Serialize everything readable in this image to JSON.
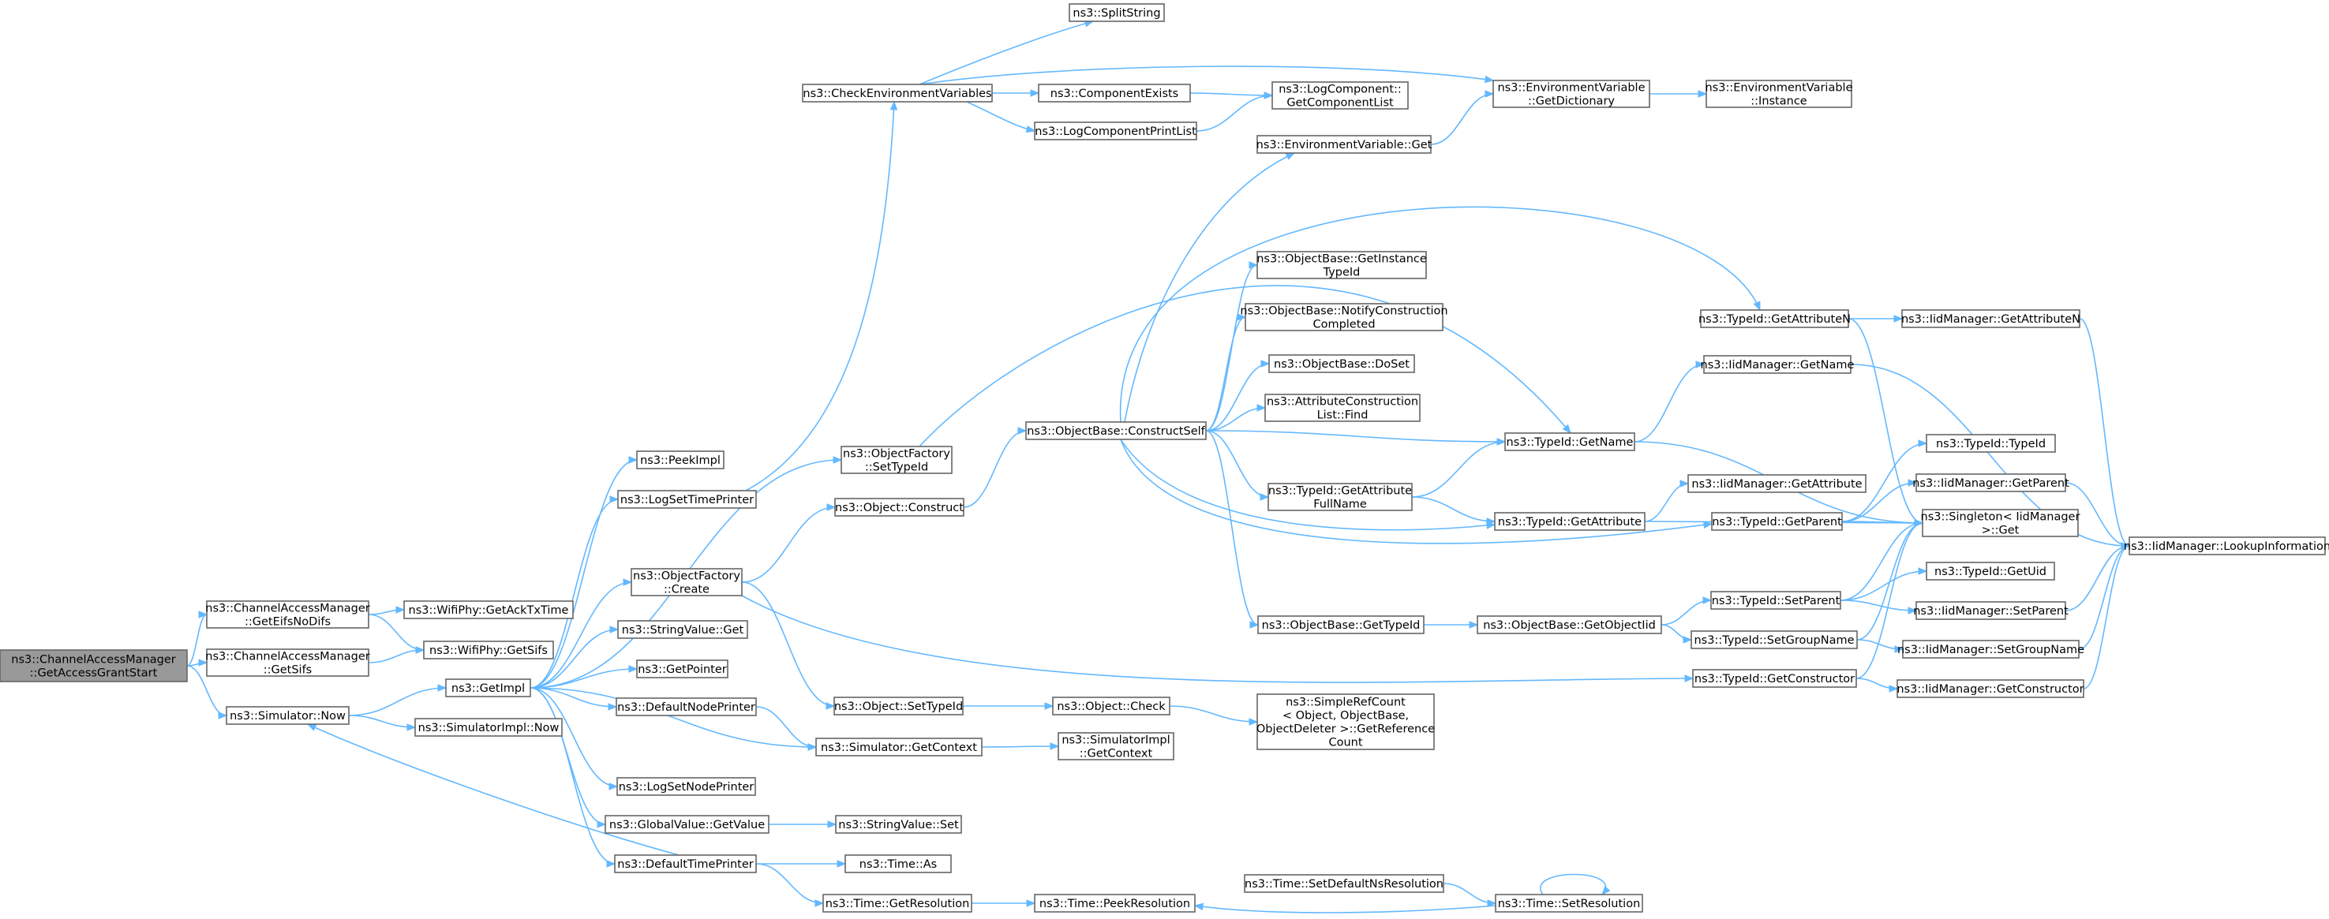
{
  "graph": {
    "arrow_color": "#63b8ff",
    "node_border_color": "#666666",
    "root_fill_color": "#999999",
    "nodes": [
      {
        "id": "root",
        "label": [
          "ns3::ChannelAccessManager",
          "::GetAccessGrantStart"
        ],
        "root": true
      },
      {
        "id": "getEifsNoDifs",
        "label": [
          "ns3::ChannelAccessManager",
          "::GetEifsNoDifs"
        ]
      },
      {
        "id": "getSifsCam",
        "label": [
          "ns3::ChannelAccessManager",
          "::GetSifs"
        ]
      },
      {
        "id": "simNow",
        "label": [
          "ns3::Simulator::Now"
        ]
      },
      {
        "id": "getAckTxTime",
        "label": [
          "ns3::WifiPhy::GetAckTxTime"
        ]
      },
      {
        "id": "wifiGetSifs",
        "label": [
          "ns3::WifiPhy::GetSifs"
        ]
      },
      {
        "id": "getImpl",
        "label": [
          "ns3::GetImpl"
        ]
      },
      {
        "id": "simImplNow",
        "label": [
          "ns3::SimulatorImpl::Now"
        ]
      },
      {
        "id": "peekImpl",
        "label": [
          "ns3::PeekImpl"
        ]
      },
      {
        "id": "logSetTimePrinter",
        "label": [
          "ns3::LogSetTimePrinter"
        ]
      },
      {
        "id": "objFactoryCreate",
        "label": [
          "ns3::ObjectFactory",
          "::Create"
        ]
      },
      {
        "id": "stringValueGet",
        "label": [
          "ns3::StringValue::Get"
        ]
      },
      {
        "id": "getPointer",
        "label": [
          "ns3::GetPointer"
        ]
      },
      {
        "id": "defaultNodePrinter",
        "label": [
          "ns3::DefaultNodePrinter"
        ]
      },
      {
        "id": "logSetNodePrinter",
        "label": [
          "ns3::LogSetNodePrinter"
        ]
      },
      {
        "id": "globalValueGetValue",
        "label": [
          "ns3::GlobalValue::GetValue"
        ]
      },
      {
        "id": "defaultTimePrinter",
        "label": [
          "ns3::DefaultTimePrinter"
        ]
      },
      {
        "id": "checkEnvVars",
        "label": [
          "ns3::CheckEnvironmentVariables"
        ]
      },
      {
        "id": "splitString",
        "label": [
          "ns3::SplitString"
        ]
      },
      {
        "id": "componentExists",
        "label": [
          "ns3::ComponentExists"
        ]
      },
      {
        "id": "logComponentPrintList",
        "label": [
          "ns3::LogComponentPrintList"
        ]
      },
      {
        "id": "logComponentGetList",
        "label": [
          "ns3::LogComponent::",
          "GetComponentList"
        ]
      },
      {
        "id": "envVarGetDictionary",
        "label": [
          "ns3::EnvironmentVariable",
          "::GetDictionary"
        ]
      },
      {
        "id": "envVarInstance",
        "label": [
          "ns3::EnvironmentVariable",
          "::Instance"
        ]
      },
      {
        "id": "envVarGet",
        "label": [
          "ns3::EnvironmentVariable::Get"
        ]
      },
      {
        "id": "objFactorySetTypeId",
        "label": [
          "ns3::ObjectFactory",
          "::SetTypeId"
        ]
      },
      {
        "id": "objectConstruct",
        "label": [
          "ns3::Object::Construct"
        ]
      },
      {
        "id": "objectSetTypeId",
        "label": [
          "ns3::Object::SetTypeId"
        ]
      },
      {
        "id": "simGetContext",
        "label": [
          "ns3::Simulator::GetContext"
        ]
      },
      {
        "id": "simImplGetContext",
        "label": [
          "ns3::SimulatorImpl",
          "::GetContext"
        ]
      },
      {
        "id": "objectCheck",
        "label": [
          "ns3::Object::Check"
        ]
      },
      {
        "id": "simpleRefCount",
        "label": [
          "ns3::SimpleRefCount",
          "< Object, ObjectBase,",
          "ObjectDeleter >::GetReference",
          "Count"
        ]
      },
      {
        "id": "stringValueSet",
        "label": [
          "ns3::StringValue::Set"
        ]
      },
      {
        "id": "timeAs",
        "label": [
          "ns3::Time::As"
        ]
      },
      {
        "id": "timeGetResolution",
        "label": [
          "ns3::Time::GetResolution"
        ]
      },
      {
        "id": "timePeekResolution",
        "label": [
          "ns3::Time::PeekResolution"
        ]
      },
      {
        "id": "timeSetDefaultNs",
        "label": [
          "ns3::Time::SetDefaultNsResolution"
        ]
      },
      {
        "id": "timeSetResolution",
        "label": [
          "ns3::Time::SetResolution"
        ]
      },
      {
        "id": "constructSelf",
        "label": [
          "ns3::ObjectBase::ConstructSelf"
        ]
      },
      {
        "id": "getInstanceTypeId",
        "label": [
          "ns3::ObjectBase::GetInstance",
          "TypeId"
        ]
      },
      {
        "id": "notifyConstruction",
        "label": [
          "ns3::ObjectBase::NotifyConstruction",
          "Completed"
        ]
      },
      {
        "id": "doSet",
        "label": [
          "ns3::ObjectBase::DoSet"
        ]
      },
      {
        "id": "attrConstructionFind",
        "label": [
          "ns3::AttributeConstruction",
          "List::Find"
        ]
      },
      {
        "id": "typeIdGetAttributeFullName",
        "label": [
          "ns3::TypeId::GetAttribute",
          "FullName"
        ]
      },
      {
        "id": "objBaseGetTypeId",
        "label": [
          "ns3::ObjectBase::GetTypeId"
        ]
      },
      {
        "id": "typeIdGetName",
        "label": [
          "ns3::TypeId::GetName"
        ]
      },
      {
        "id": "typeIdGetAttribute",
        "label": [
          "ns3::TypeId::GetAttribute"
        ]
      },
      {
        "id": "objBaseGetObjectIid",
        "label": [
          "ns3::ObjectBase::GetObjectIid"
        ]
      },
      {
        "id": "typeIdGetAttributeN",
        "label": [
          "ns3::TypeId::GetAttributeN"
        ]
      },
      {
        "id": "iidGetAttributeN",
        "label": [
          "ns3::IidManager::GetAttributeN"
        ]
      },
      {
        "id": "iidGetName",
        "label": [
          "ns3::IidManager::GetName"
        ]
      },
      {
        "id": "iidGetAttribute",
        "label": [
          "ns3::IidManager::GetAttribute"
        ]
      },
      {
        "id": "typeIdTypeId",
        "label": [
          "ns3::TypeId::TypeId"
        ]
      },
      {
        "id": "iidGetParent",
        "label": [
          "ns3::IidManager::GetParent"
        ]
      },
      {
        "id": "typeIdGetParent",
        "label": [
          "ns3::TypeId::GetParent"
        ]
      },
      {
        "id": "singletonGet",
        "label": [
          "ns3::Singleton< IidManager",
          ">::Get"
        ]
      },
      {
        "id": "iidLookupInformation",
        "label": [
          "ns3::IidManager::LookupInformation"
        ]
      },
      {
        "id": "typeIdGetUid",
        "label": [
          "ns3::TypeId::GetUid"
        ]
      },
      {
        "id": "typeIdSetParent",
        "label": [
          "ns3::TypeId::SetParent"
        ]
      },
      {
        "id": "iidSetParent",
        "label": [
          "ns3::IidManager::SetParent"
        ]
      },
      {
        "id": "typeIdSetGroupName",
        "label": [
          "ns3::TypeId::SetGroupName"
        ]
      },
      {
        "id": "iidSetGroupName",
        "label": [
          "ns3::IidManager::SetGroupName"
        ]
      },
      {
        "id": "typeIdGetConstructor",
        "label": [
          "ns3::TypeId::GetConstructor"
        ]
      },
      {
        "id": "iidGetConstructor",
        "label": [
          "ns3::IidManager::GetConstructor"
        ]
      }
    ],
    "edges": [
      [
        "root",
        "getEifsNoDifs"
      ],
      [
        "root",
        "getSifsCam"
      ],
      [
        "root",
        "simNow"
      ],
      [
        "getEifsNoDifs",
        "getAckTxTime"
      ],
      [
        "getEifsNoDifs",
        "wifiGetSifs"
      ],
      [
        "getSifsCam",
        "wifiGetSifs"
      ],
      [
        "simNow",
        "getImpl"
      ],
      [
        "simNow",
        "simImplNow"
      ],
      [
        "getImpl",
        "peekImpl"
      ],
      [
        "getImpl",
        "logSetTimePrinter"
      ],
      [
        "getImpl",
        "objFactorySetTypeId"
      ],
      [
        "getImpl",
        "objFactoryCreate"
      ],
      [
        "getImpl",
        "stringValueGet"
      ],
      [
        "getImpl",
        "getPointer"
      ],
      [
        "getImpl",
        "defaultNodePrinter"
      ],
      [
        "getImpl",
        "simGetContext"
      ],
      [
        "getImpl",
        "logSetNodePrinter"
      ],
      [
        "getImpl",
        "globalValueGetValue"
      ],
      [
        "getImpl",
        "defaultTimePrinter"
      ],
      [
        "logSetTimePrinter",
        "checkEnvVars"
      ],
      [
        "checkEnvVars",
        "splitString"
      ],
      [
        "checkEnvVars",
        "envVarGetDictionary"
      ],
      [
        "checkEnvVars",
        "componentExists"
      ],
      [
        "checkEnvVars",
        "logComponentPrintList"
      ],
      [
        "componentExists",
        "logComponentGetList"
      ],
      [
        "logComponentPrintList",
        "logComponentGetList"
      ],
      [
        "envVarGetDictionary",
        "envVarInstance"
      ],
      [
        "envVarGet",
        "envVarGetDictionary"
      ],
      [
        "objFactorySetTypeId",
        "typeIdGetName"
      ],
      [
        "objFactoryCreate",
        "objectConstruct"
      ],
      [
        "objFactoryCreate",
        "objectSetTypeId"
      ],
      [
        "objFactoryCreate",
        "typeIdGetConstructor"
      ],
      [
        "objectConstruct",
        "constructSelf"
      ],
      [
        "defaultNodePrinter",
        "simGetContext"
      ],
      [
        "simGetContext",
        "simImplGetContext"
      ],
      [
        "objectSetTypeId",
        "objectCheck"
      ],
      [
        "objectCheck",
        "simpleRefCount"
      ],
      [
        "globalValueGetValue",
        "stringValueSet"
      ],
      [
        "defaultTimePrinter",
        "simNow"
      ],
      [
        "defaultTimePrinter",
        "timeAs"
      ],
      [
        "defaultTimePrinter",
        "timeGetResolution"
      ],
      [
        "timeGetResolution",
        "timePeekResolution"
      ],
      [
        "timeSetDefaultNs",
        "timeSetResolution"
      ],
      [
        "timeSetResolution",
        "timePeekResolution"
      ],
      [
        "timeSetResolution",
        "timeSetResolution"
      ],
      [
        "constructSelf",
        "envVarGet"
      ],
      [
        "constructSelf",
        "getInstanceTypeId"
      ],
      [
        "constructSelf",
        "notifyConstruction"
      ],
      [
        "constructSelf",
        "doSet"
      ],
      [
        "constructSelf",
        "attrConstructionFind"
      ],
      [
        "constructSelf",
        "typeIdGetAttributeN"
      ],
      [
        "constructSelf",
        "typeIdGetName"
      ],
      [
        "constructSelf",
        "typeIdGetAttributeFullName"
      ],
      [
        "constructSelf",
        "typeIdGetAttribute"
      ],
      [
        "constructSelf",
        "typeIdGetParent"
      ],
      [
        "constructSelf",
        "objBaseGetTypeId"
      ],
      [
        "typeIdGetAttributeFullName",
        "typeIdGetName"
      ],
      [
        "typeIdGetAttributeFullName",
        "typeIdGetAttribute"
      ],
      [
        "objBaseGetTypeId",
        "objBaseGetObjectIid"
      ],
      [
        "objBaseGetObjectIid",
        "typeIdSetParent"
      ],
      [
        "objBaseGetObjectIid",
        "typeIdSetGroupName"
      ],
      [
        "typeIdGetName",
        "iidGetName"
      ],
      [
        "typeIdGetName",
        "singletonGet"
      ],
      [
        "typeIdGetAttribute",
        "iidGetAttribute"
      ],
      [
        "typeIdGetAttribute",
        "singletonGet"
      ],
      [
        "typeIdGetAttributeN",
        "iidGetAttributeN"
      ],
      [
        "typeIdGetAttributeN",
        "singletonGet"
      ],
      [
        "iidGetAttributeN",
        "iidLookupInformation"
      ],
      [
        "iidGetName",
        "iidLookupInformation"
      ],
      [
        "iidGetParent",
        "iidLookupInformation"
      ],
      [
        "iidSetParent",
        "iidLookupInformation"
      ],
      [
        "iidSetGroupName",
        "iidLookupInformation"
      ],
      [
        "iidGetConstructor",
        "iidLookupInformation"
      ],
      [
        "typeIdGetParent",
        "typeIdTypeId"
      ],
      [
        "typeIdGetParent",
        "iidGetParent"
      ],
      [
        "typeIdGetParent",
        "singletonGet"
      ],
      [
        "typeIdSetParent",
        "typeIdGetUid"
      ],
      [
        "typeIdSetParent",
        "iidSetParent"
      ],
      [
        "typeIdSetParent",
        "singletonGet"
      ],
      [
        "typeIdSetGroupName",
        "iidSetGroupName"
      ],
      [
        "typeIdSetGroupName",
        "singletonGet"
      ],
      [
        "typeIdGetConstructor",
        "iidGetConstructor"
      ],
      [
        "typeIdGetConstructor",
        "singletonGet"
      ]
    ]
  }
}
